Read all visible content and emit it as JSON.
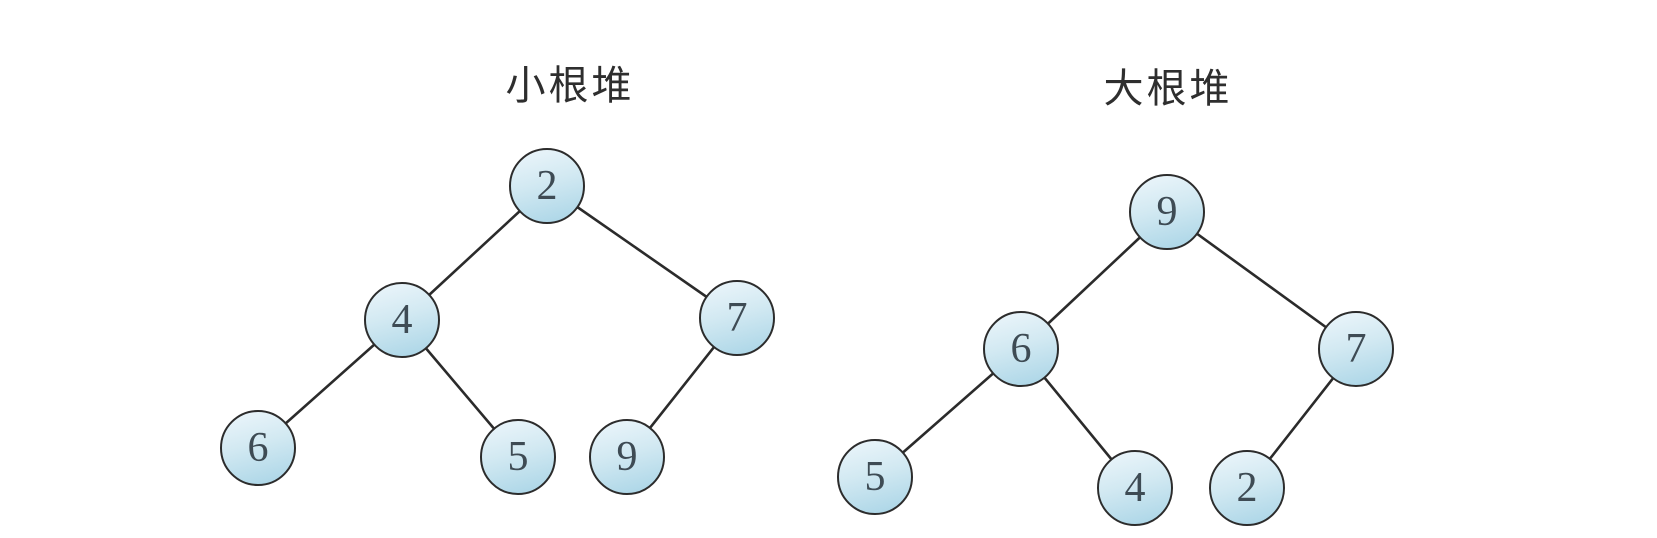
{
  "diagram": {
    "kind": "binary-heap-comparison",
    "background": "#ffffff",
    "colors": {
      "node_fill_light": "#edf6fb",
      "node_fill_mid": "#d2e9f2",
      "node_fill_dark": "#a8d4e6",
      "node_border": "#2c2c2c",
      "edge": "#2b2b2b",
      "number_text": "#3e4b54",
      "title_text": "#2e2e2e"
    },
    "heaps": [
      {
        "id": "min-heap",
        "title": "小根堆",
        "nodes": [
          {
            "label": "2"
          },
          {
            "label": "4"
          },
          {
            "label": "7"
          },
          {
            "label": "6"
          },
          {
            "label": "5"
          },
          {
            "label": "9"
          }
        ],
        "edges": [
          [
            "2",
            "4"
          ],
          [
            "2",
            "7"
          ],
          [
            "4",
            "6"
          ],
          [
            "4",
            "5"
          ],
          [
            "7",
            "9"
          ]
        ]
      },
      {
        "id": "max-heap",
        "title": "大根堆",
        "nodes": [
          {
            "label": "9"
          },
          {
            "label": "6"
          },
          {
            "label": "7"
          },
          {
            "label": "5"
          },
          {
            "label": "4"
          },
          {
            "label": "2"
          }
        ],
        "edges": [
          [
            "9",
            "6"
          ],
          [
            "9",
            "7"
          ],
          [
            "6",
            "5"
          ],
          [
            "6",
            "4"
          ],
          [
            "7",
            "2"
          ]
        ]
      }
    ]
  }
}
